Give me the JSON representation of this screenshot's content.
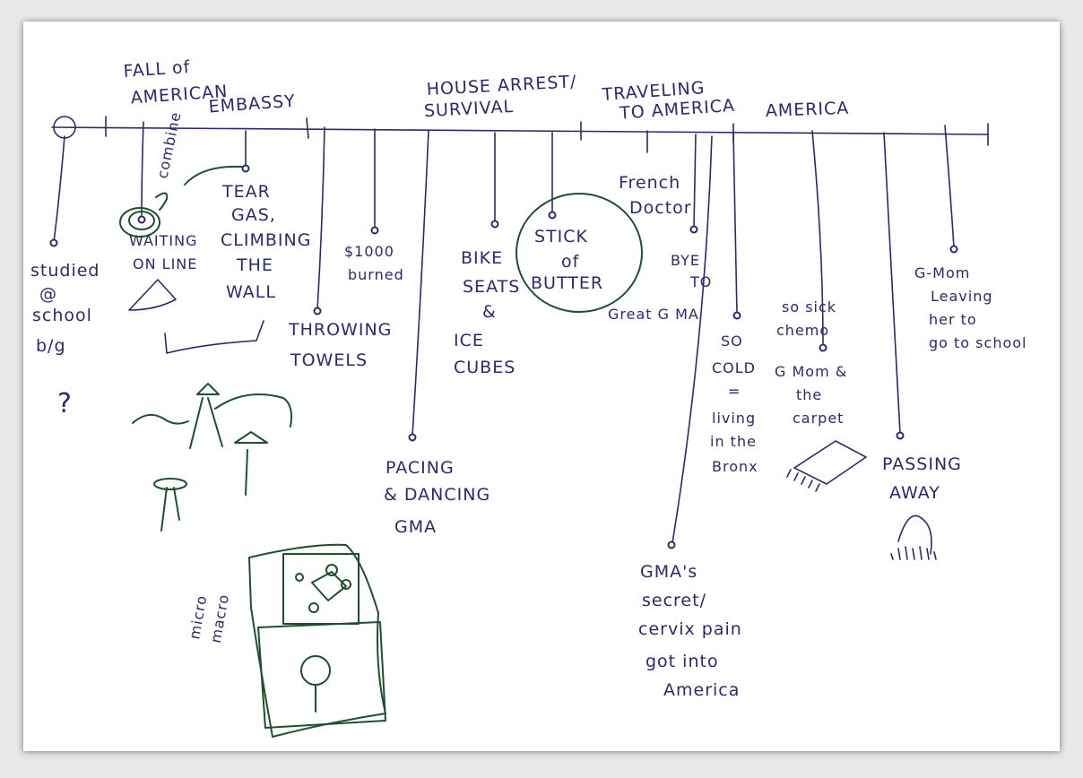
{
  "periods": [
    {
      "id": "fall",
      "lines": [
        "FALL of",
        "AMERICAN",
        "EMBASSY"
      ]
    },
    {
      "id": "house",
      "lines": [
        "HOUSE ARREST/",
        "SURVIVAL"
      ]
    },
    {
      "id": "traveling",
      "lines": [
        "TRAVELING",
        "TO AMERICA"
      ]
    },
    {
      "id": "america",
      "lines": [
        "AMERICA"
      ]
    }
  ],
  "events": [
    {
      "id": "studied",
      "lines": [
        "studied",
        "@",
        "school",
        "b/g"
      ]
    },
    {
      "id": "waiting",
      "lines": [
        "WAITING",
        "ON LINE"
      ]
    },
    {
      "id": "tear-gas",
      "lines": [
        "TEAR",
        "GAS,",
        "CLIMBING",
        "THE",
        "WALL"
      ]
    },
    {
      "id": "burned",
      "lines": [
        "$1000",
        "burned"
      ]
    },
    {
      "id": "towels",
      "lines": [
        "THROWING",
        "TOWELS"
      ]
    },
    {
      "id": "pacing",
      "lines": [
        "PACING",
        "& DANCING",
        "GMA"
      ]
    },
    {
      "id": "bike",
      "lines": [
        "BIKE",
        "SEATS",
        "&",
        "ICE",
        "CUBES"
      ]
    },
    {
      "id": "butter",
      "lines": [
        "STICK",
        "of",
        "BUTTER"
      ]
    },
    {
      "id": "doctor",
      "lines": [
        "French",
        "Doctor"
      ]
    },
    {
      "id": "bye",
      "lines": [
        "BYE",
        "TO",
        "Great G MA"
      ]
    },
    {
      "id": "gma-secret",
      "lines": [
        "GMA's",
        "secret/",
        "cervix pain",
        "got into",
        "America"
      ]
    },
    {
      "id": "cold",
      "lines": [
        "SO",
        "COLD",
        "=",
        "living",
        "in the",
        "Bronx"
      ]
    },
    {
      "id": "chemo",
      "lines": [
        "so sick",
        "chemo"
      ]
    },
    {
      "id": "carpet",
      "lines": [
        "G Mom &",
        "the",
        "carpet"
      ]
    },
    {
      "id": "passing",
      "lines": [
        "PASSING",
        "AWAY"
      ]
    },
    {
      "id": "leaving",
      "lines": [
        "G-Mom",
        "Leaving",
        "her to",
        "go to school"
      ]
    }
  ],
  "annotations": {
    "combine": "combine",
    "question": "?",
    "micro_macro": [
      "micro",
      "macro"
    ]
  },
  "colors": {
    "ink": "#2a2a6e",
    "green_ink": "#1f4f2f",
    "paper": "#ffffff",
    "background": "#e9e9e9"
  }
}
